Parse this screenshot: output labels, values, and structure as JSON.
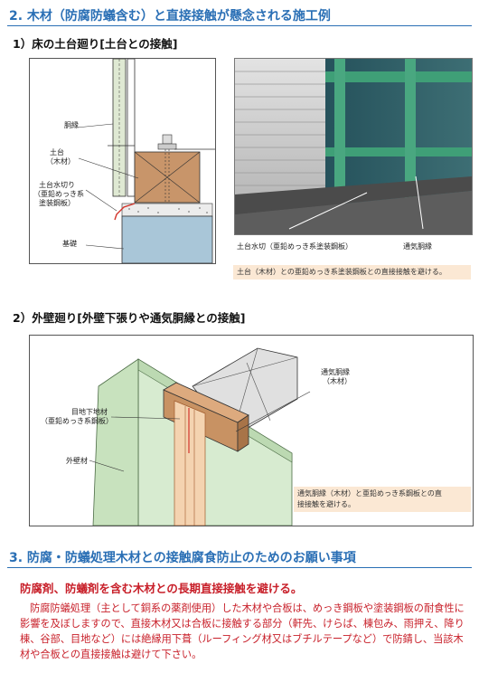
{
  "section2": {
    "title": "2. 木材（防腐防蟻含む）と直接接触が懸念される施工例",
    "sub1": {
      "title": "1）床の土台廻り[土台との接触]",
      "labels": {
        "dobuchi": "胴縁",
        "dodai_1": "土台",
        "dodai_2": "（木材）",
        "mizukiri_1": "土台水切り",
        "mizukiri_2": "（亜鉛めっき系",
        "mizukiri_3": "塗装鋼板）",
        "kiso": "基礎"
      },
      "photo_labels": {
        "mizukiri": "土台水切（亜鉛めっき系塗装鋼板）",
        "tsuki_dobuchi": "通気胴縁"
      },
      "note": "土台（木材）との亜鉛めっき系塗装鋼板との直接接触を避ける。"
    },
    "sub2": {
      "title": "2）外壁廻り[外壁下張りや通気胴縁との接触]",
      "labels": {
        "tsuki_1": "通気胴縁",
        "tsuki_2": "（木材）",
        "meji_1": "目地下地材",
        "meji_2": "（亜鉛めっき系鋼板）",
        "gaiheki": "外壁材"
      },
      "note_1": "通気胴縁（木材）と亜鉛めっき系鋼板との直",
      "note_2": "接接触を避ける。"
    }
  },
  "section3": {
    "title": "3. 防腐・防蟻処理木材との接触腐食防止のためのお願い事項",
    "lead": "防腐剤、防蟻剤を含む木材との長期直接接触を避ける。",
    "body": "防腐防蟻処理（主として銅系の薬剤使用）した木材や合板は、めっき鋼板や塗装鋼板の耐食性に影響を及ぼしますので、直接木材又は合板に接触する部分（軒先、けらば、棟包み、雨押え、降り棟、谷部、目地など）には絶縁用下葺（ルーフィング材又はブチルテープなど）で防錆し、当該木材や合板との直接接触は避けて下さい。"
  }
}
